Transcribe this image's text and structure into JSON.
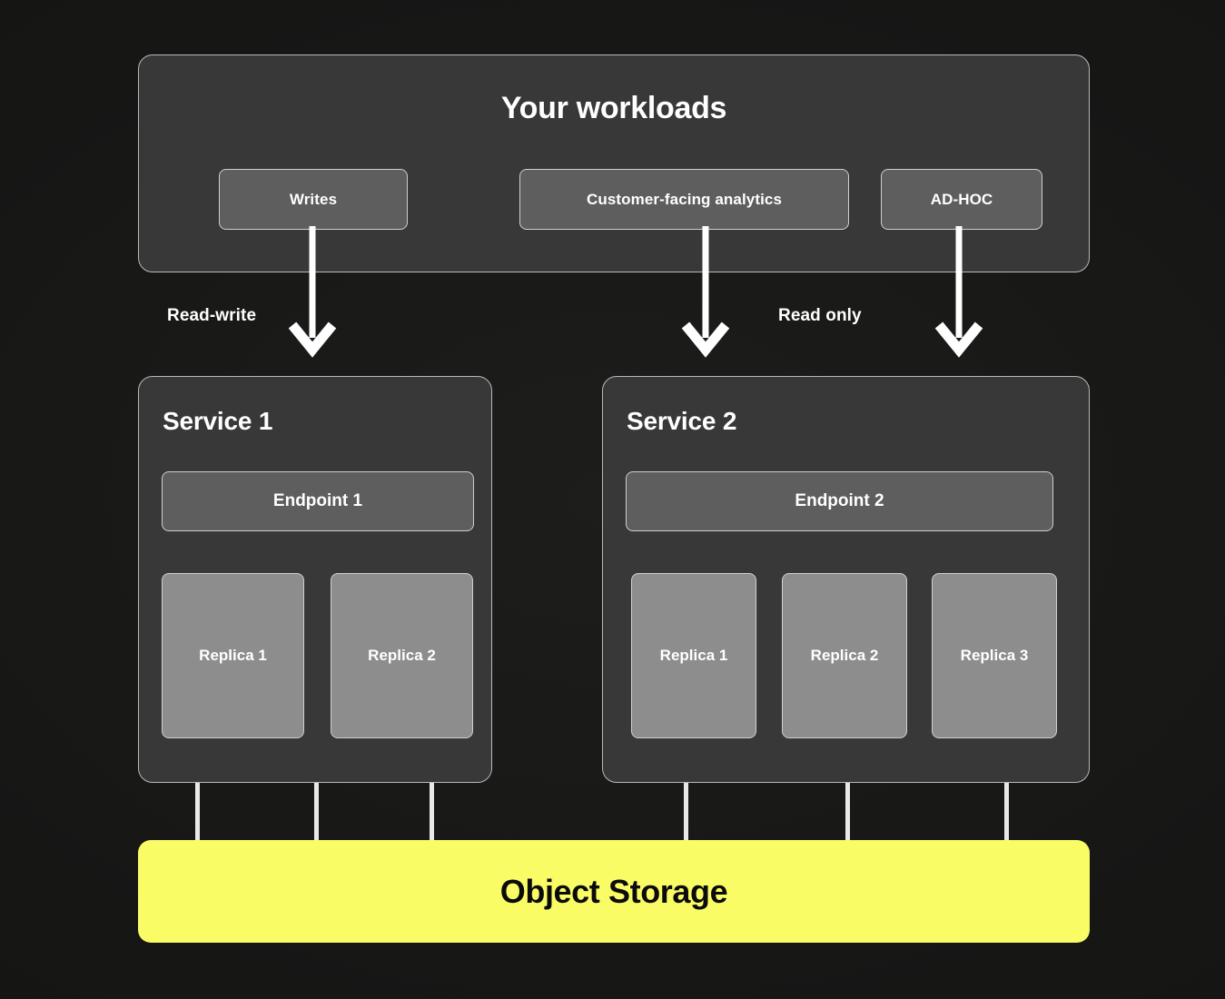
{
  "background_color": "#161616",
  "workloads": {
    "title": "Your workloads",
    "chips": [
      {
        "label": "Writes"
      },
      {
        "label": "Customer-facing analytics"
      },
      {
        "label": "AD-HOC"
      }
    ]
  },
  "flows": [
    {
      "label": "Read-write"
    },
    {
      "label": "Read only"
    }
  ],
  "services": [
    {
      "title": "Service 1",
      "endpoint": "Endpoint 1",
      "replicas": [
        "Replica 1",
        "Replica 2"
      ]
    },
    {
      "title": "Service 2",
      "endpoint": "Endpoint 2",
      "replicas": [
        "Replica 1",
        "Replica 2",
        "Replica 3"
      ]
    }
  ],
  "storage": {
    "label": "Object Storage",
    "color": "#fafc66",
    "text_color": "#0b0b0b"
  }
}
